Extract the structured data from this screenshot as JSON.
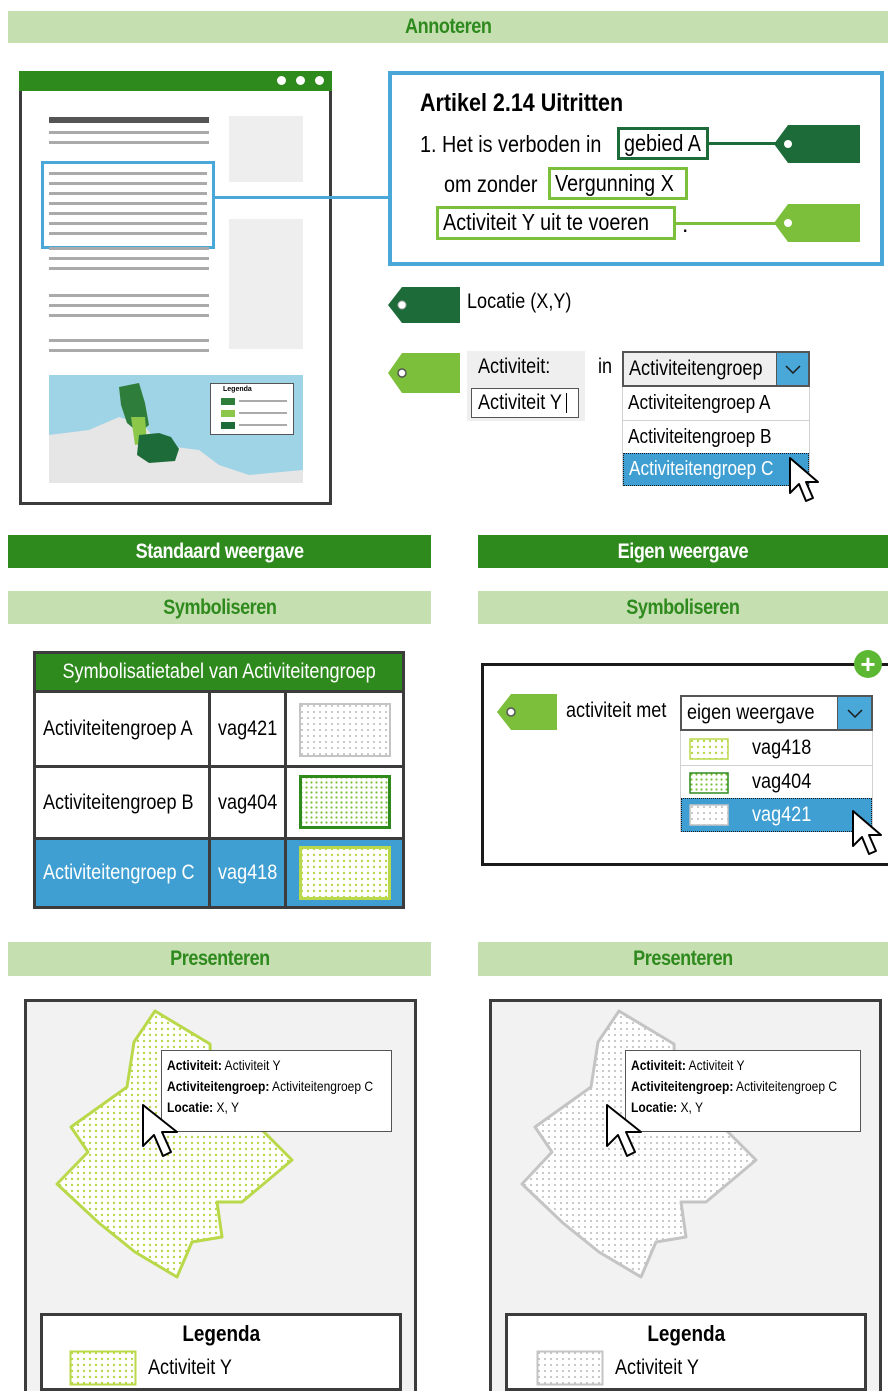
{
  "header": {
    "title": "Annoteren"
  },
  "article": {
    "title": "Artikel 2.14 Uitritten",
    "line1_prefix": "1. Het is verboden in",
    "line1_tag": "gebied A",
    "line2_prefix": "om zonder",
    "line2_tag": "Vergunning X",
    "line3_tag": "Activiteit Y uit te voeren",
    "line3_suffix": "."
  },
  "mini_map_legend": "Legenda",
  "annotation": {
    "location_label": "Locatie (X,Y)",
    "activity_label": "Activiteit:",
    "activity_value": "Activiteit Y",
    "in_label": "in",
    "dropdown_selected": "Activiteitengroep",
    "dropdown_options": [
      "Activiteitengroep A",
      "Activiteitengroep B",
      "Activiteitengroep C"
    ]
  },
  "left": {
    "heading": "Standaard weergave",
    "symbol_heading": "Symboliseren",
    "table_title": "Symbolisatietabel van Activiteitengroep",
    "rows": [
      {
        "group": "Activiteitengroep A",
        "code": "vag421"
      },
      {
        "group": "Activiteitengroep B",
        "code": "vag404"
      },
      {
        "group": "Activiteitengroep C",
        "code": "vag418"
      }
    ],
    "present_heading": "Presenteren",
    "popup": {
      "k1": "Activiteit:",
      "v1": "Activiteit Y",
      "k2": "Activiteitengroep:",
      "v2": "Activiteitengroep C",
      "k3": "Locatie:",
      "v3": "X, Y"
    },
    "legend_title": "Legenda",
    "legend_item": "Activiteit Y"
  },
  "right": {
    "heading": "Eigen weergave",
    "symbol_heading": "Symboliseren",
    "label": "activiteit met",
    "dropdown_selected": "eigen weergave",
    "options": [
      "vag418",
      "vag404",
      "vag421"
    ],
    "present_heading": "Presenteren",
    "popup": {
      "k1": "Activiteit:",
      "v1": "Activiteit Y",
      "k2": "Activiteitengroep:",
      "v2": "Activiteitengroep C",
      "k3": "Locatie:",
      "v3": "X, Y"
    },
    "legend_title": "Legenda",
    "legend_item": "Activiteit Y"
  },
  "colors": {
    "dark_green": "#1e6b3a",
    "mid_green": "#2f8a1e",
    "light_green": "#7bbf3a",
    "band_light": "#c5dfb1",
    "blue": "#4aa8d8",
    "selected_blue": "#3f9fd2"
  }
}
